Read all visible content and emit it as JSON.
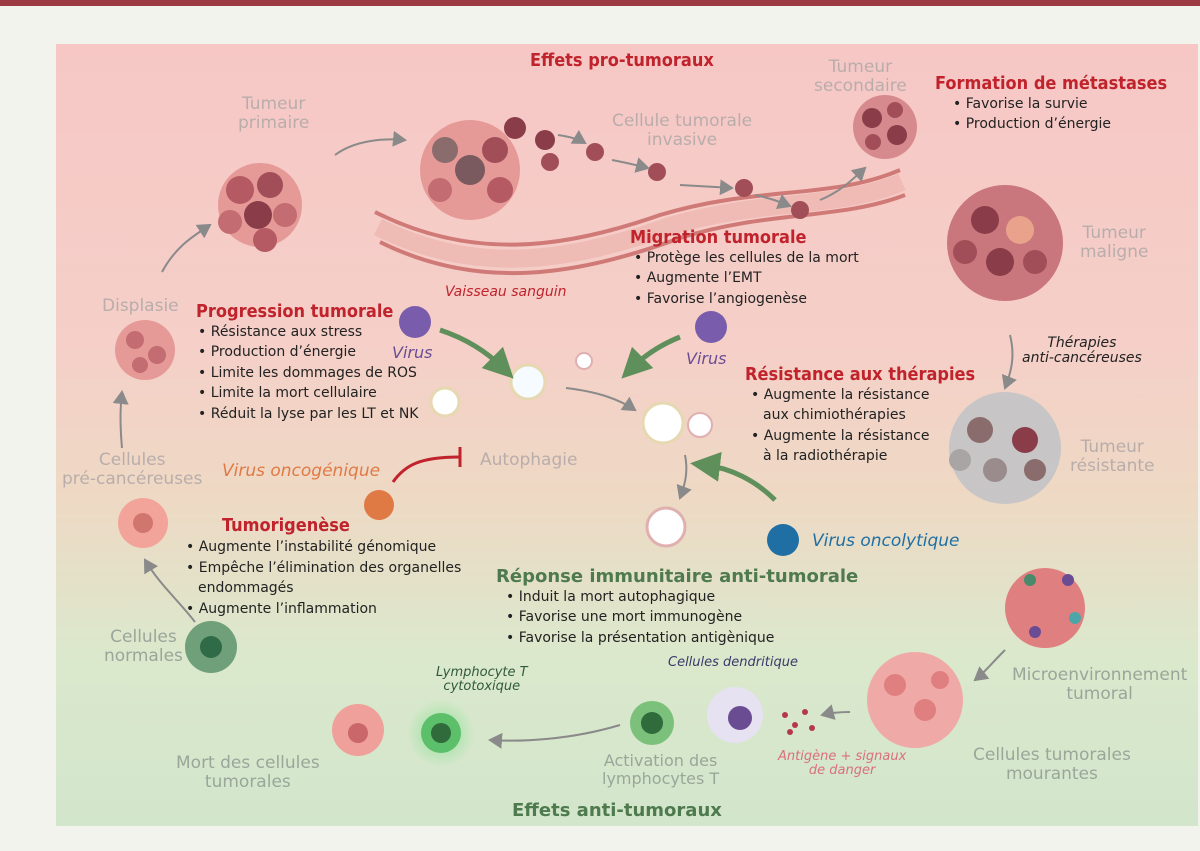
{
  "colors": {
    "pro": "#c0232c",
    "anti": "#4e7a4e",
    "virus_purple": "#6a4c93",
    "virus_orange": "#e07a45",
    "virus_blue": "#1f6fa5"
  },
  "sections": {
    "pro_title": "Effets pro-tumoraux",
    "anti_title": "Effets anti-tumoraux"
  },
  "stages": {
    "normal": [
      "Cellules",
      "normales"
    ],
    "precancer": [
      "Cellules",
      "pré-cancéreuses"
    ],
    "dysplasia": "Displasie",
    "primary": [
      "Tumeur",
      "primaire"
    ],
    "invasive": [
      "Cellule tumorale",
      "invasive"
    ],
    "secondary": [
      "Tumeur",
      "secondaire"
    ],
    "malignant": [
      "Tumeur",
      "maligne"
    ],
    "resistant": [
      "Tumeur",
      "résistante"
    ],
    "therapies": [
      "Thérapies",
      "anti-cancéreuses"
    ],
    "microenv": [
      "Microenvironnement",
      "tumoral"
    ],
    "dying": [
      "Cellules tumorales",
      "mourantes"
    ],
    "antigen": [
      "Antigène + signaux",
      "de danger"
    ],
    "dendritic": "Cellules dendritique",
    "activation": [
      "Activation des",
      "lymphocytes T"
    ],
    "ctl": [
      "Lymphocyte T",
      "cytotoxique"
    ],
    "death": [
      "Mort des cellules",
      "tumorales"
    ],
    "vessel": "Vaisseau sanguin",
    "autophagy": "Autophagie"
  },
  "viruses": {
    "virus1": "Virus",
    "virus2": "Virus",
    "oncogenic": "Virus oncogénique",
    "oncolytic": "Virus oncolytique"
  },
  "boxes": {
    "metastases": {
      "title": "Formation de métastases",
      "items": [
        "Favorise la survie",
        "Production d’énergie"
      ]
    },
    "migration": {
      "title": "Migration tumorale",
      "items": [
        "Protège les cellules de la mort",
        "Augmente l’EMT",
        "Favorise l’angiogenèse"
      ]
    },
    "progression": {
      "title": "Progression tumorale",
      "items": [
        "Résistance aux stress",
        "Production d’énergie",
        "Limite les dommages de ROS",
        "Limite la mort cellulaire",
        "Réduit la lyse par les LT et NK"
      ]
    },
    "resistance": {
      "title": "Résistance aux thérapies",
      "items": [
        "Augmente la résistance",
        "aux chimiothérapies",
        "Augmente la résistance",
        "à la radiothérapie"
      ]
    },
    "tumorigenesis": {
      "title": "Tumorigenèse",
      "items": [
        "Augmente l’instabilité génomique",
        "Empêche l’élimination des organelles",
        "endommagés",
        "Augmente l’inflammation"
      ]
    },
    "immune": {
      "title": "Réponse immunitaire anti-tumorale",
      "items": [
        "Induit la mort autophagique",
        "Favorise une mort immunogène",
        "Favorise la présentation antigènique"
      ]
    }
  }
}
